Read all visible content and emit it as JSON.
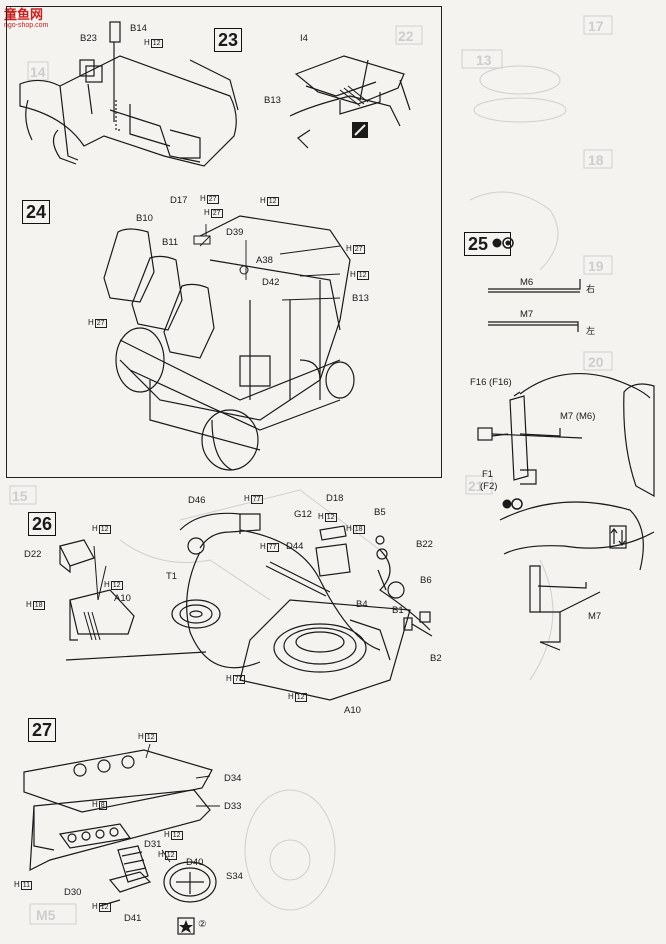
{
  "watermark": {
    "text": "童鱼网",
    "url": "ngo-shop.com"
  },
  "steps": {
    "s23": "23",
    "s24": "24",
    "s25": "25",
    "s26": "26",
    "s27": "27"
  },
  "ghost_steps": [
    "22",
    "13",
    "17",
    "18",
    "19",
    "20",
    "21",
    "14",
    "15",
    "M5"
  ],
  "labels": {
    "s23": {
      "b23": "B23",
      "b14": "B14",
      "h12a": "H",
      "i4": "I4",
      "b13": "B13"
    },
    "s24": {
      "b10": "B10",
      "b11": "B11",
      "d17": "D17",
      "h27a": "H",
      "h27b": "H",
      "h27c": "H",
      "h12a": "H",
      "h12b": "H",
      "d39": "D39",
      "a38": "A38",
      "d42": "D42",
      "b13": "B13"
    },
    "s25": {
      "m6": "M6",
      "m7": "M7",
      "right": "右",
      "left": "左",
      "f16": "F16 (F16)",
      "m7m6": "M7 (M6)",
      "f1": "F1",
      "f2": "(F2)",
      "m7b": "M7"
    },
    "s26": {
      "d46": "D46",
      "h77a": "H",
      "d18": "D18",
      "g12": "G12",
      "h12a": "H",
      "b5": "B5",
      "h18a": "H",
      "d22": "D22",
      "h12b": "H",
      "h12c": "H",
      "h18b": "H",
      "a10": "A10",
      "t1": "T1",
      "h77b": "H",
      "d44": "D44",
      "b22": "B22",
      "b4": "B4",
      "b6": "B6",
      "b1": "B1",
      "b2": "B2",
      "h77c": "H",
      "h12d": "H",
      "a10b": "A10"
    },
    "s27": {
      "h12a": "H",
      "d34": "D34",
      "h8": "H",
      "d33": "D33",
      "h12b": "H",
      "d31": "D31",
      "h12c": "H",
      "d40": "D40",
      "h11": "H",
      "s34": "S34",
      "d30": "D30",
      "h12d": "H",
      "d41": "D41",
      "num2": "②"
    }
  },
  "hsub": {
    "12": "12",
    "27": "27",
    "18": "18",
    "77": "77",
    "8": "8",
    "11": "11"
  },
  "colors": {
    "line": "#1a1a1a",
    "paper": "#f4f3f0",
    "ghost": "#c8c8c8",
    "logo": "#c81e1e"
  }
}
